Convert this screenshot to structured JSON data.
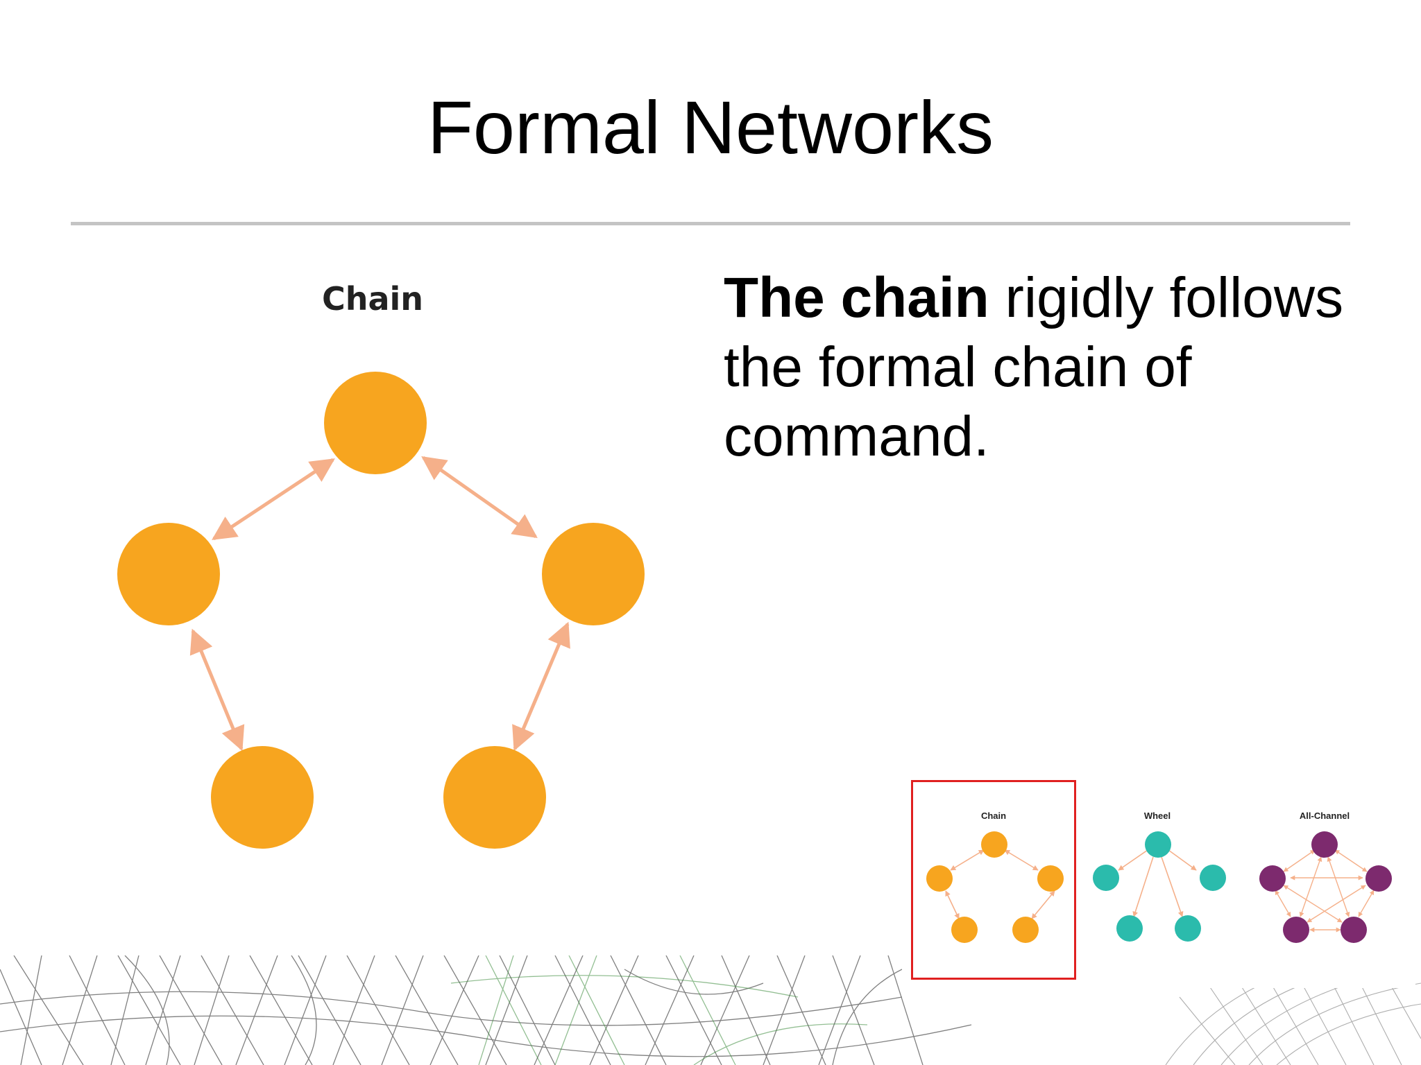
{
  "slide": {
    "title": "Formal Networks",
    "body_bold": "The chain",
    "body_rest": " rigidly follows the formal chain of command."
  },
  "main_diagram": {
    "label": "Chain",
    "node_color": "#f7a51f",
    "arrow_color": "#f5b08a"
  },
  "thumbnails": [
    {
      "label": "Chain",
      "node_color": "#f7a51f",
      "selected": true
    },
    {
      "label": "Wheel",
      "node_color": "#2bbbac",
      "selected": false
    },
    {
      "label": "All-Channel",
      "node_color": "#7d2a6e",
      "selected": false
    }
  ],
  "colors": {
    "highlight_border": "#e02020",
    "rule": "#c4c4c4"
  }
}
